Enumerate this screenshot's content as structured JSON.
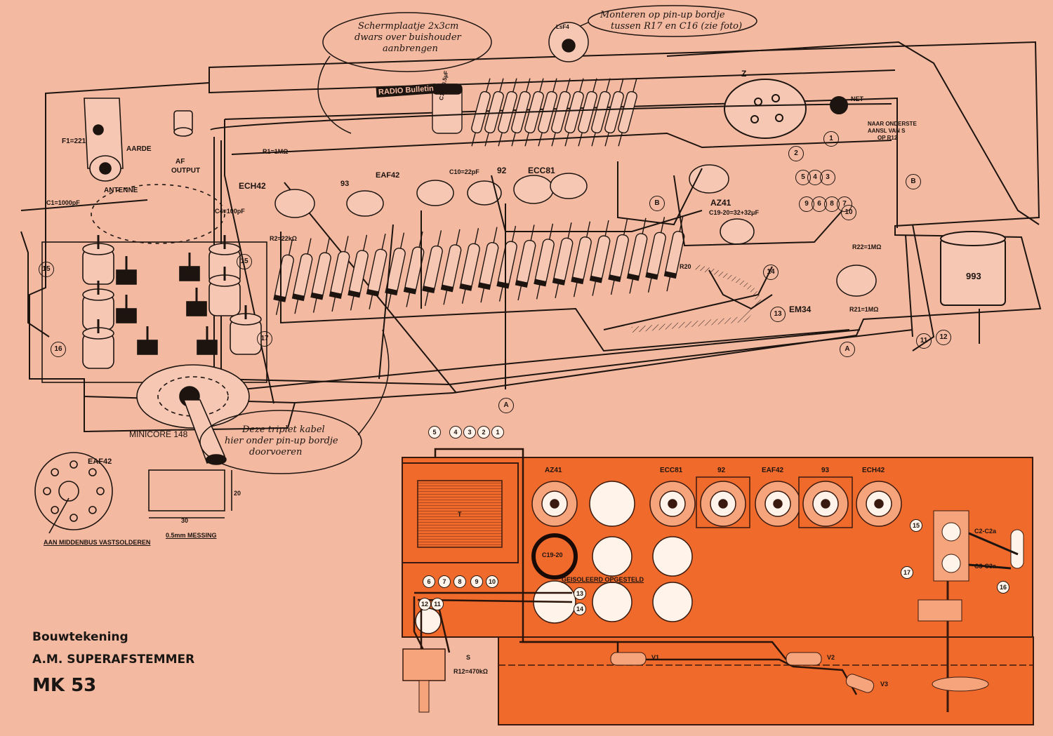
{
  "title": {
    "line1": "Bouwtekening",
    "line2": "A.M. SUPERAFSTEMMER",
    "line3": "MK 53"
  },
  "notes": {
    "scherm_l1": "Schermplaatje 2x3cm",
    "scherm_l2": "dwars over buishouder",
    "scherm_l3": "aanbrengen",
    "monteren_l1": "Monteren op pin-up bordje",
    "monteren_l2": "tussen R17 en C16 (zie foto)",
    "triplet_l1": "Deze triplet kabel",
    "triplet_l2": "hier onder pin-up bordje",
    "triplet_l3": "doorvoeren"
  },
  "chassis_labels": {
    "radio_bulletin_1": "RADIO",
    "radio_bulletin_2": "Bulletin",
    "f1": "F1=221",
    "aarde": "AARDE",
    "antenne": "ANTENNE",
    "af_output_1": "AF",
    "af_output_2": "OUTPUT",
    "ech42": "ECH42",
    "eaf42": "EAF42",
    "ecc81": "ECC81",
    "v92": "92",
    "v93": "93",
    "az41": "AZ41",
    "c19_20": "C19-20=32+32μF",
    "em34": "EM34",
    "net": "NET",
    "naar_1": "NAAR ONDERSTE",
    "naar_2": "AANSL VAN S",
    "naar_3": "OP R12",
    "z": "Z",
    "lsf4": "LsF4",
    "minicore": "MINICORE 148",
    "can993": "993",
    "r1": "R1=1MΩ",
    "r2": "R2=22kΩ",
    "r20": "R20",
    "r21": "R21=1MΩ",
    "r22": "R22=1MΩ",
    "c1": "C1=1000pF",
    "c4": "C4=100pF",
    "c10": "C10=22pF",
    "c17": "C17= 0.5μF",
    "b": "B",
    "a": "A"
  },
  "socket_detail": {
    "tube": "EAF42",
    "note": "AAN MIDDENBUS VASTSOLDEREN",
    "dim_w": "30",
    "dim_h": "20",
    "material": "0.5mm MESSING"
  },
  "plate": {
    "tubes": [
      "AZ41",
      "ECC81",
      "92",
      "EAF42",
      "93",
      "ECH42"
    ],
    "c19_20": "C19-20",
    "geisoleerd": "GEISOLEERD OPGESTELD",
    "transformer": "T",
    "r12": "R12=470kΩ",
    "s": "S",
    "v1": "V1",
    "v2": "V2",
    "v3": "V3",
    "c2": "C2-C2a",
    "c3": "C3-C3a"
  },
  "circled_numbers": [
    "1",
    "2",
    "3",
    "4",
    "5",
    "6",
    "7",
    "8",
    "9",
    "10",
    "11",
    "12",
    "13",
    "14",
    "15",
    "16",
    "17"
  ],
  "colors": {
    "paper": "#f3b9a1",
    "ink": "#1d1410",
    "plate": "#f06a2c",
    "plate_edge": "#3a1a0e"
  }
}
